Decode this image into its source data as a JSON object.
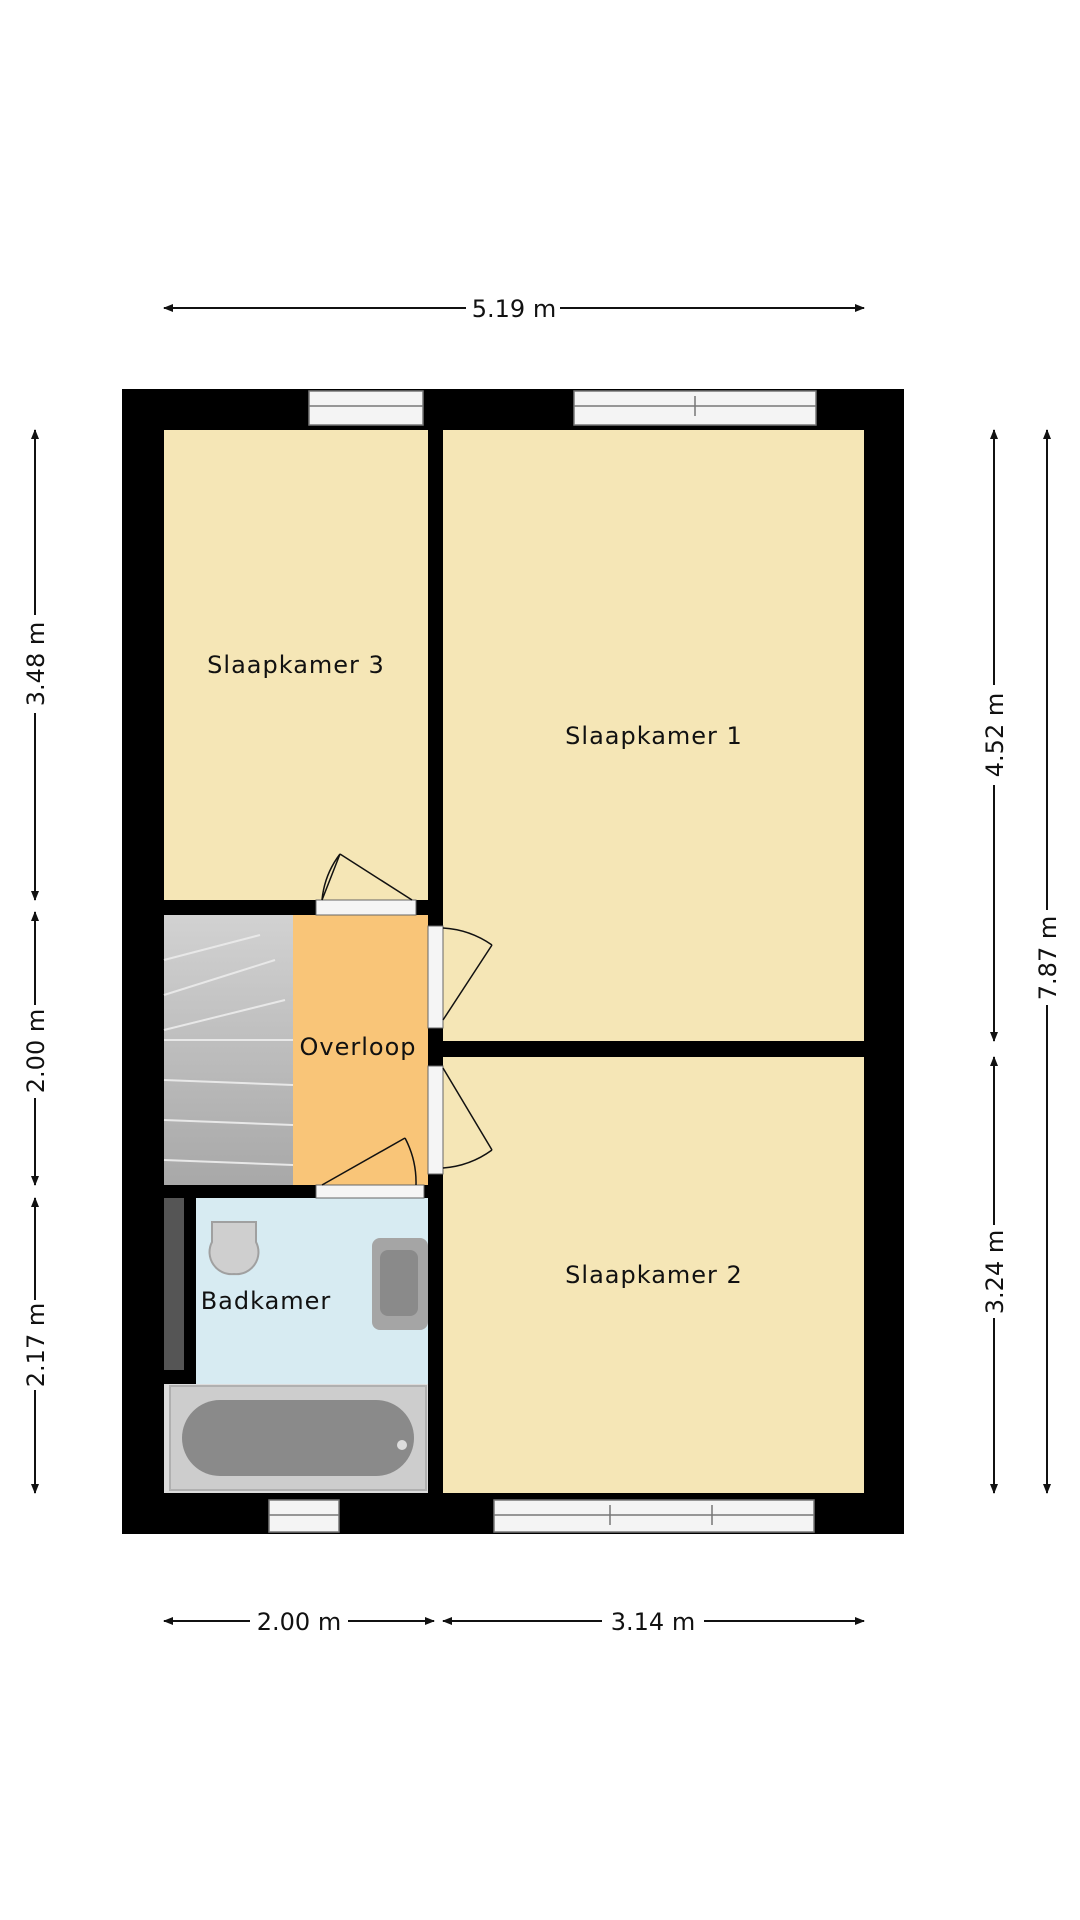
{
  "colors": {
    "wall": "#000000",
    "bedroom_floor": "#f5e6b6",
    "landing_floor": "#f9c578",
    "bathroom_floor": "#d7ebf2",
    "stairs": "#bdbdbd",
    "fixture": "#9a9a9a",
    "window_glass": "#f4f4f4"
  },
  "rooms": {
    "slaapkamer3": "Slaapkamer 3",
    "slaapkamer1": "Slaapkamer 1",
    "slaapkamer2": "Slaapkamer 2",
    "overloop": "Overloop",
    "badkamer": "Badkamer"
  },
  "dimensions": {
    "top_total": "5.19 m",
    "bottom_left": "2.00 m",
    "bottom_right": "3.14 m",
    "left_top": "3.48 m",
    "left_middle": "2.00 m",
    "left_bottom": "2.17 m",
    "right_top": "4.52 m",
    "right_bottom": "3.24 m",
    "right_total": "7.87 m"
  }
}
